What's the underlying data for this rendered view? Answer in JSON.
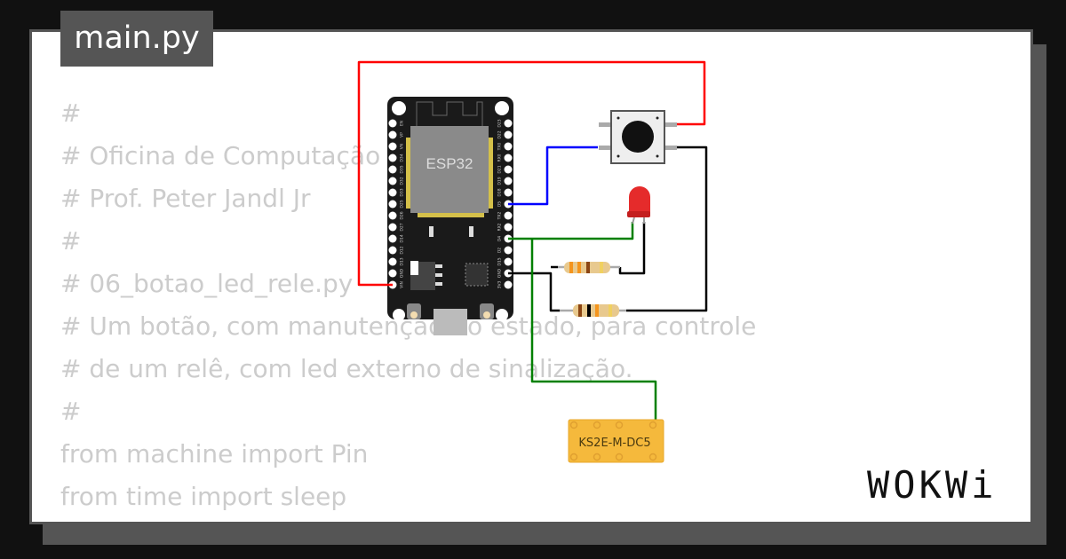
{
  "file_tab": {
    "label": "main.py"
  },
  "code_lines": [
    "#",
    "# Oficina de Computação",
    "# Prof. Peter Jandl Jr",
    "#",
    "# 06_botao_led_rele.py",
    "# Um botão, com manutenção do estado, para controle",
    "# de um relê, com led externo de sinalização.",
    "#",
    "from machine import Pin",
    "from time import sleep"
  ],
  "board": {
    "label": "ESP32",
    "left_pins": [
      "EN",
      "VP",
      "VN",
      "D34",
      "D35",
      "D32",
      "D33",
      "D25",
      "D26",
      "D27",
      "D14",
      "D12",
      "D13",
      "GND",
      "VIN"
    ],
    "right_pins": [
      "D23",
      "D22",
      "TX0",
      "RX0",
      "D21",
      "D19",
      "D18",
      "D5",
      "TX2",
      "RX2",
      "D4",
      "D2",
      "D15",
      "GND",
      "3V3"
    ]
  },
  "relay": {
    "label": "KS2E-M-DC5"
  },
  "logo": {
    "text": "WOKWi"
  },
  "colors": {
    "wire_power": "#ff0000",
    "wire_signal": "#0000ff",
    "wire_ground": "#000000",
    "wire_output": "#008000",
    "relay": "#f5b93c",
    "led": "#e52b2b"
  }
}
